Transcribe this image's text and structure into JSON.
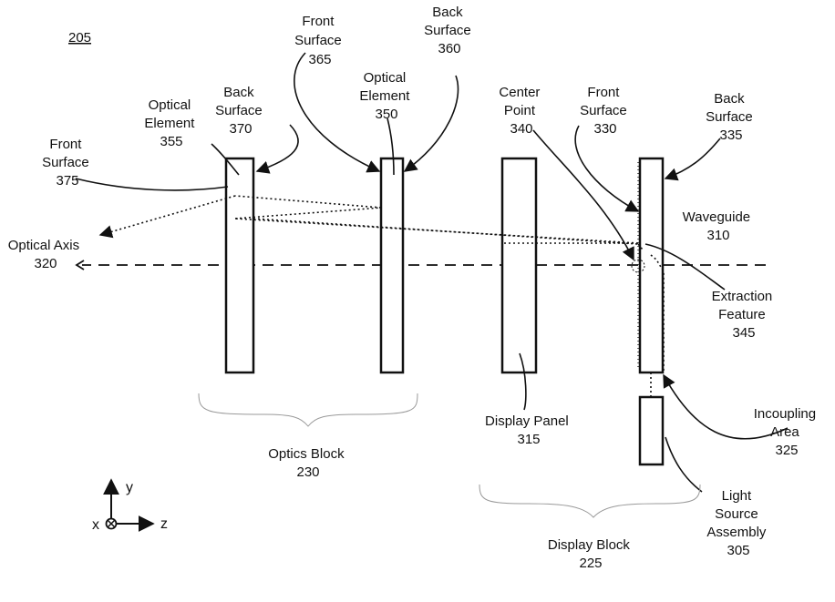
{
  "figure": {
    "number": "205",
    "labels": {
      "front_surface_375": [
        "Front",
        "Surface",
        "375"
      ],
      "optical_element_355": [
        "Optical",
        "Element",
        "355"
      ],
      "back_surface_370": [
        "Back",
        "Surface",
        "370"
      ],
      "front_surface_365": [
        "Front",
        "Surface",
        "365"
      ],
      "back_surface_360": [
        "Back",
        "Surface",
        "360"
      ],
      "optical_element_350": [
        "Optical",
        "Element",
        "350"
      ],
      "center_point_340": [
        "Center",
        "Point",
        "340"
      ],
      "front_surface_330": [
        "Front",
        "Surface",
        "330"
      ],
      "back_surface_335": [
        "Back",
        "Surface",
        "335"
      ],
      "waveguide_310": [
        "Waveguide",
        "310"
      ],
      "optical_axis_320": [
        "Optical Axis",
        "320"
      ],
      "extraction_feature_345": [
        "Extraction",
        "Feature",
        "345"
      ],
      "display_panel_315": [
        "Display Panel",
        "315"
      ],
      "incoupling_area_325": [
        "Incoupling",
        "Area",
        "325"
      ],
      "optics_block_230": [
        "Optics Block",
        "230"
      ],
      "light_source_assembly_305": [
        "Light",
        "Source",
        "Assembly",
        "305"
      ],
      "display_block_225": [
        "Display Block",
        "225"
      ]
    },
    "axes": {
      "y": "y",
      "x": "x",
      "z": "z"
    }
  }
}
